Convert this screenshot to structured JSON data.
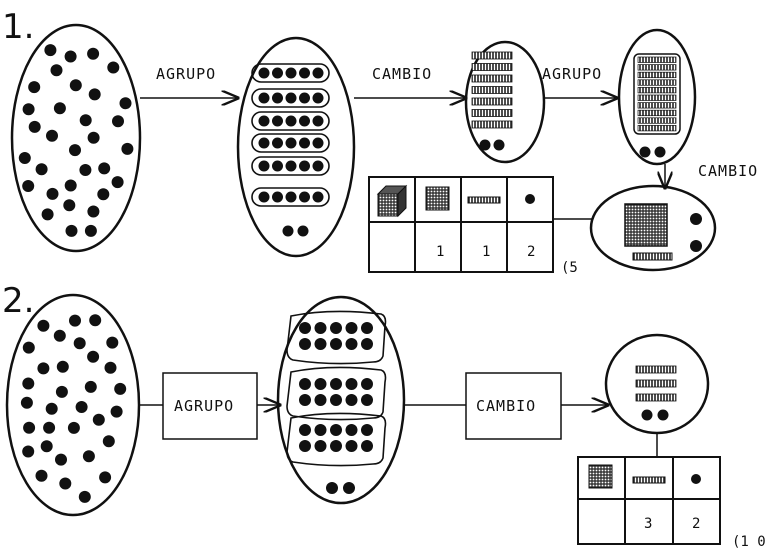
{
  "section1": {
    "number": "1.",
    "label_agrupo_1": "AGRUPO",
    "label_cambio_1": "CAMBIO",
    "label_agrupo_2": "AGRUPO",
    "label_cambio_2": "CAMBIO",
    "table_values": [
      "",
      "1",
      "1",
      "2"
    ],
    "base_note": "(5"
  },
  "section2": {
    "number": "2.",
    "box_agrupo": "AGRUPO",
    "box_cambio": "CAMBIO",
    "table_values": [
      "",
      "3",
      "2"
    ],
    "base_note": "(1 0"
  },
  "colors": {
    "ink": "#111111",
    "paper": "#ffffff"
  }
}
